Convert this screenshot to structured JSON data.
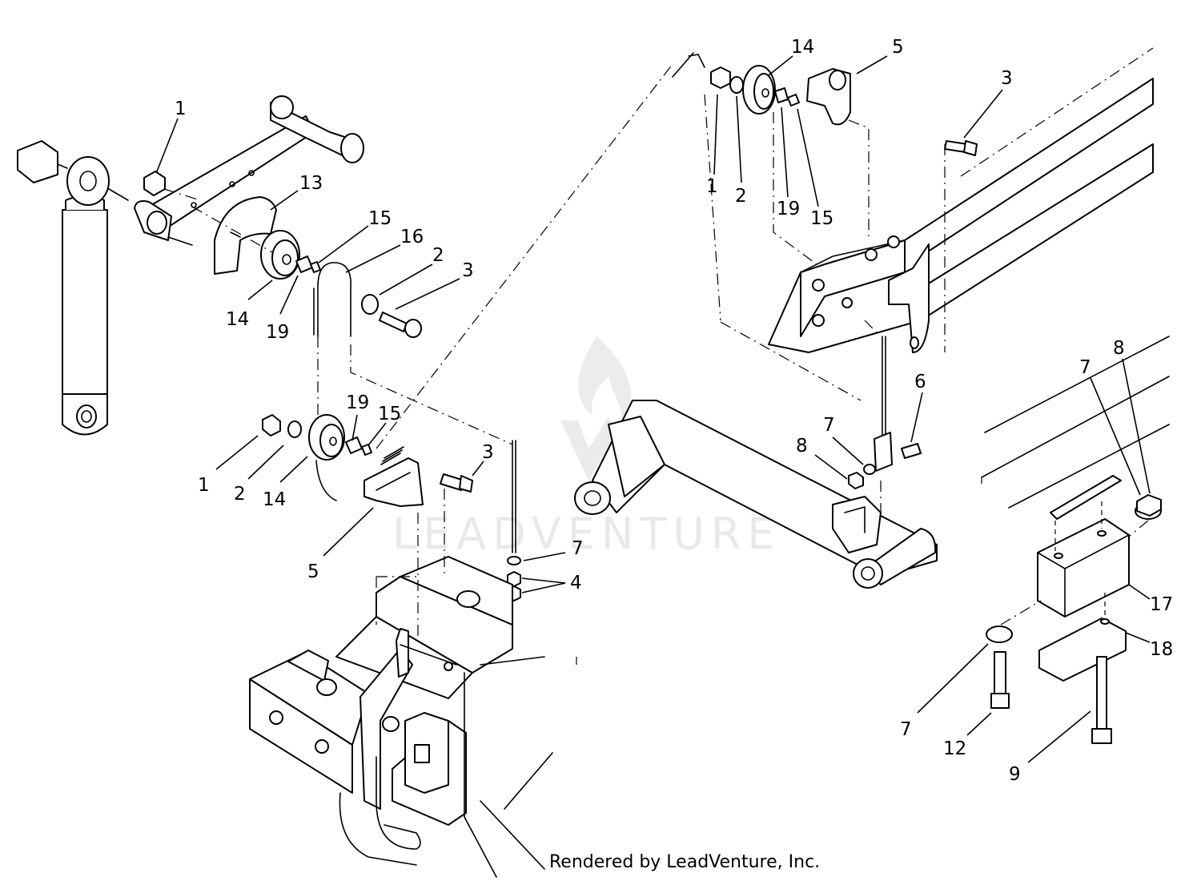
{
  "callouts": [
    {
      "id": "c-left-1",
      "label": "1"
    },
    {
      "id": "c-left-13",
      "label": "13"
    },
    {
      "id": "c-left-15",
      "label": "15"
    },
    {
      "id": "c-left-16",
      "label": "16"
    },
    {
      "id": "c-left-2",
      "label": "2"
    },
    {
      "id": "c-left-3",
      "label": "3"
    },
    {
      "id": "c-left-14",
      "label": "14"
    },
    {
      "id": "c-left-19",
      "label": "19"
    },
    {
      "id": "c-mid-19",
      "label": "19"
    },
    {
      "id": "c-mid-15",
      "label": "15"
    },
    {
      "id": "c-mid-1",
      "label": "1"
    },
    {
      "id": "c-mid-2",
      "label": "2"
    },
    {
      "id": "c-mid-14",
      "label": "14"
    },
    {
      "id": "c-mid-3",
      "label": "3"
    },
    {
      "id": "c-mid-5",
      "label": "5"
    },
    {
      "id": "c-mid-7",
      "label": "7"
    },
    {
      "id": "c-mid-4",
      "label": "4"
    },
    {
      "id": "c-top-14",
      "label": "14"
    },
    {
      "id": "c-top-5",
      "label": "5"
    },
    {
      "id": "c-top-3",
      "label": "3"
    },
    {
      "id": "c-top-1",
      "label": "1"
    },
    {
      "id": "c-top-2",
      "label": "2"
    },
    {
      "id": "c-top-19",
      "label": "19"
    },
    {
      "id": "c-top-15",
      "label": "15"
    },
    {
      "id": "c-right-6",
      "label": "6"
    },
    {
      "id": "c-right-7a",
      "label": "7"
    },
    {
      "id": "c-right-8a",
      "label": "8"
    },
    {
      "id": "c-far-7",
      "label": "7"
    },
    {
      "id": "c-far-8",
      "label": "8"
    },
    {
      "id": "c-far-17",
      "label": "17"
    },
    {
      "id": "c-far-18",
      "label": "18"
    },
    {
      "id": "c-far-7b",
      "label": "7"
    },
    {
      "id": "c-far-12",
      "label": "12"
    },
    {
      "id": "c-far-9",
      "label": "9"
    }
  ],
  "watermark": {
    "text": "LEADVENTURE"
  },
  "credit": "Rendered by LeadVenture, Inc."
}
